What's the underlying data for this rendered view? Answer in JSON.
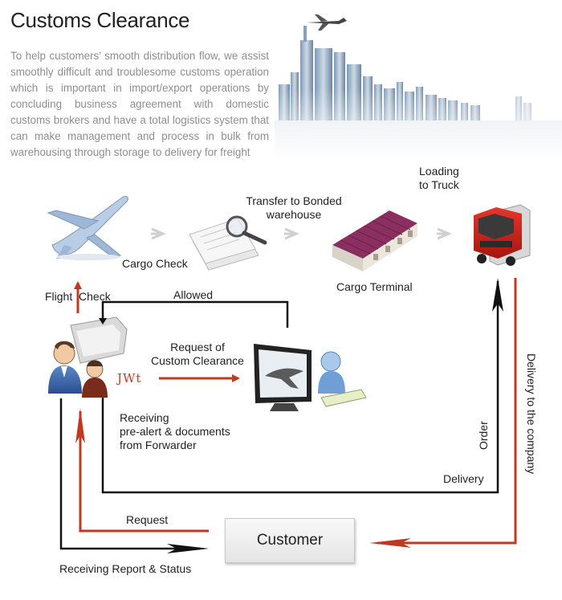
{
  "page": {
    "title": "Customs Clearance",
    "intro": "To help customers’ smooth distribution flow, we assist smoothly difficult and troublesome customs operation which is important in import/export operations by concluding business agreement with domestic customs brokers and have a total logistics system that can make management and process in bulk from warehousing through storage to delivery for freight"
  },
  "diagram": {
    "steps": {
      "loading_to_truck": "Loading\nto Truck",
      "transfer_bonded": "Transfer to Bonded\nwarehouse",
      "cargo_check": "Cargo Check",
      "cargo_terminal": "Cargo Terminal",
      "flight_check": "Flight  Check",
      "allowed": "Allowed",
      "request_customs": "Request of\nCustom Clearance",
      "receiving_prealert": "Receiving\npre-alert & documents\nfrom Forwarder",
      "order": "Order",
      "delivery_company": "Delivery to the company",
      "delivery": "Delivery",
      "request": "Request",
      "customer": "Customer",
      "receiving_report": "Receiving Report & Status",
      "logo_text": "JWt"
    },
    "colors": {
      "red_arrow": "#c0391f",
      "black_line": "#111111",
      "grey_arrow": "#cfcfcf"
    }
  }
}
